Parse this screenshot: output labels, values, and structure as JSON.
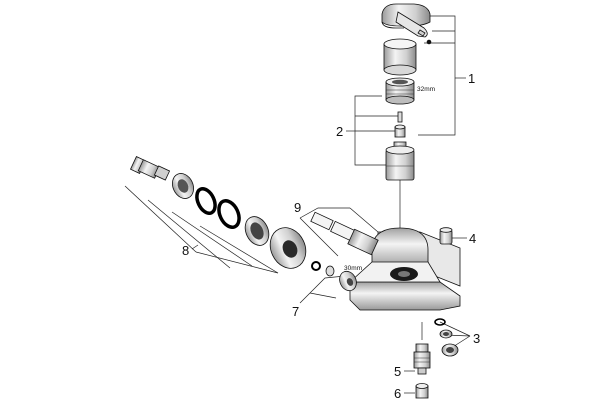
{
  "callouts": {
    "c1": "1",
    "c2": "2",
    "c3": "3",
    "c4": "4",
    "c5": "5",
    "c6": "6",
    "c7": "7",
    "c8": "8",
    "c9": "9"
  },
  "dimensions": {
    "cartridge": "32mm",
    "diverter": "30mm"
  },
  "colors": {
    "part_fill": "#f2f2f2",
    "part_shade": "#bfbfbf",
    "outline": "#111111",
    "ring": "#000000"
  }
}
